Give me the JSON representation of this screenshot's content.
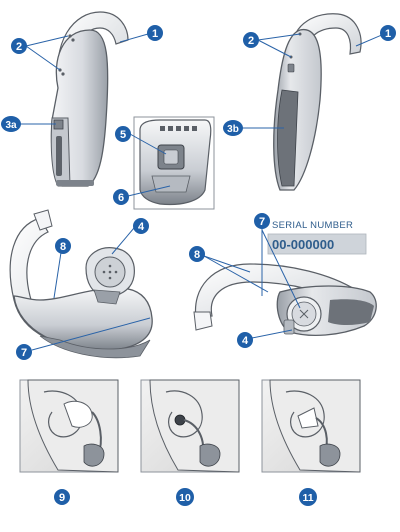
{
  "colors": {
    "callout": "#1f5fa8",
    "leader": "#2a63a8",
    "outline": "#5a5f66",
    "body_light": "#e9ebee",
    "body_mid": "#c9cdd3",
    "body_dark": "#8d939b",
    "panel_dark": "#6d7279",
    "serial_box": "#cfd4da",
    "serial_text": "#2f5d8c"
  },
  "serial": {
    "label": "SERIAL NUMBER",
    "value": "00-000000"
  },
  "callouts": {
    "c1a": "1",
    "c1b": "1",
    "c2a": "2",
    "c2b": "2",
    "c3a": "3a",
    "c3b": "3b",
    "c4a": "4",
    "c4b": "4",
    "c5": "5",
    "c6": "6",
    "c7a": "7",
    "c7b": "7",
    "c8a": "8",
    "c8b": "8",
    "c9": "9",
    "c10": "10",
    "c11": "11"
  }
}
